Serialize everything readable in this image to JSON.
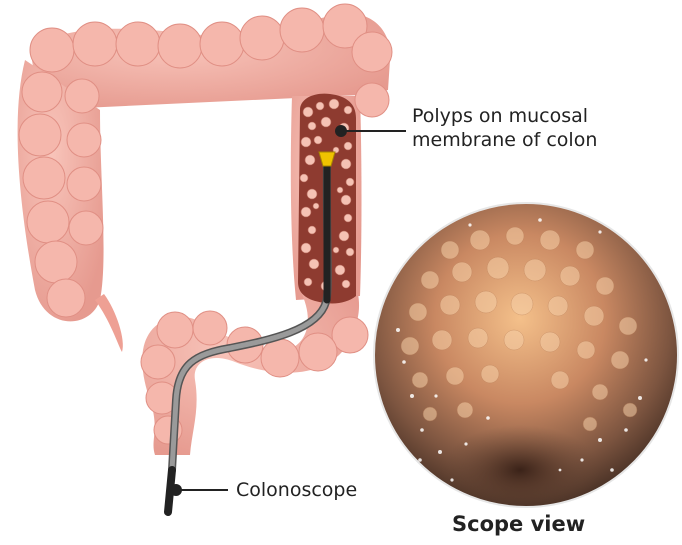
{
  "labels": {
    "polyps_line1": "Polyps on mucosal",
    "polyps_line2": "membrane of colon",
    "colonoscope": "Colonoscope",
    "scope_view": "Scope view"
  },
  "colors": {
    "colon_skin": "#f1aa9f",
    "colon_shadow": "#e08f84",
    "mucosa": "#8e3b30",
    "polyp": "#f5c2b4",
    "scope_tube": "#8e8e8e",
    "scope_tip": "#222222",
    "scope_light": "#f0c200",
    "view_center": "#f2b476",
    "view_edge": "#5b3a28"
  }
}
